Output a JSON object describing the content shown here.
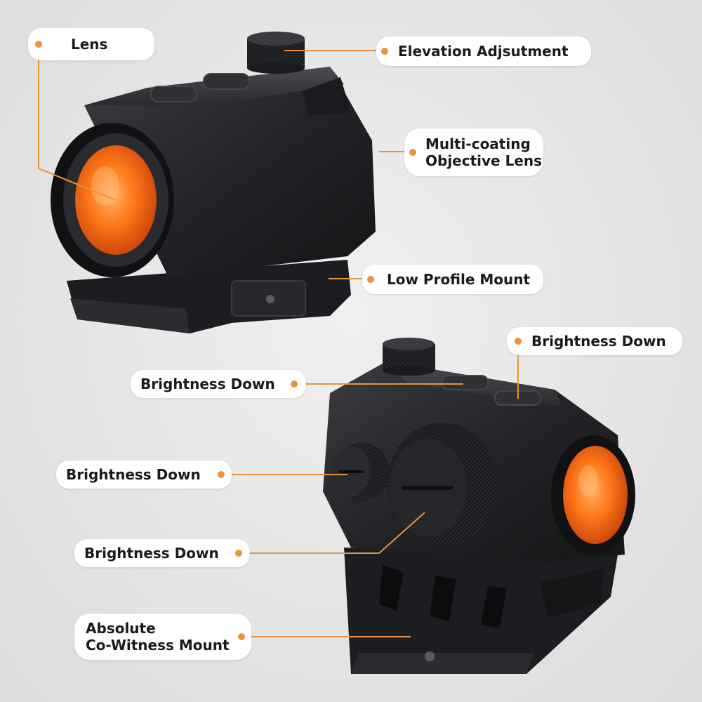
{
  "colors": {
    "accent": "#e8943a",
    "background": "#e6e6e6",
    "label_bg": "#ffffff",
    "body": "#1e1f22",
    "lens": "#ff7a1a"
  },
  "labels": {
    "lens": "Lens",
    "elevation_adjustment": "Elevation Adjsutment",
    "multi_coating_line1": "Multi-coating",
    "multi_coating_line2": "Objective Lens",
    "low_profile_mount": "Low Profile Mount",
    "brightness_down_top_right": "Brightness Down",
    "brightness_down_center": "Brightness Down",
    "brightness_down_left": "Brightness Down",
    "brightness_down_lower": "Brightness Down",
    "absolute_line1": "Absolute",
    "absolute_line2": "Co-Witness Mount"
  }
}
